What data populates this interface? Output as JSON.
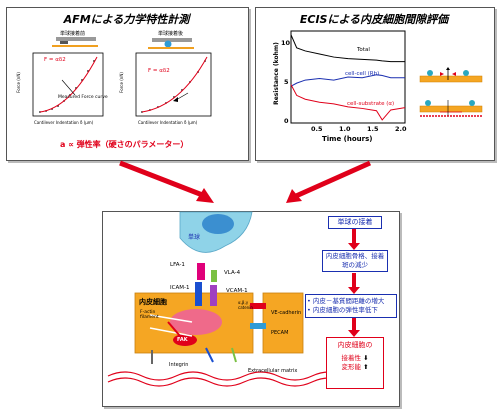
{
  "afm_panel": {
    "title": "AFMによる力学特性計測",
    "before_label": "単球接着前",
    "after_label": "単球接着後",
    "plot1": {
      "formula": "F = αδ2",
      "annotation": "Measured Force curve",
      "ylabel": "Force (nN)",
      "xlabel": "Cantilever Indentation δ (μm)"
    },
    "plot2": {
      "formula": "F = αδ2",
      "ylabel": "Force (nN)",
      "xlabel": "Cantilever Indentation δ (μm)"
    },
    "caption": "a ∝ 弾性率（硬さのパラメーター）"
  },
  "ecis_panel": {
    "title": "ECISによる内皮細胞間隙評価",
    "ylabel": "Resistance (kohm)",
    "xlabel": "Time (hours)",
    "y_ticks": [
      "10",
      "5",
      "0"
    ],
    "x_ticks": [
      "0.5",
      "1.0",
      "1.5",
      "2.0"
    ],
    "series_total": "Total",
    "series_cellcell": "cell-cell (Rb)",
    "series_substrate": "cell-substrate (α)"
  },
  "chart_data": {
    "type": "line",
    "xlabel": "Time (hours)",
    "ylabel": "Resistance (kohm)",
    "xlim": [
      0,
      2.0
    ],
    "ylim": [
      0,
      12
    ],
    "x": [
      0.0,
      0.1,
      0.25,
      0.5,
      0.75,
      1.0,
      1.25,
      1.5,
      1.6,
      1.75,
      2.0
    ],
    "series": [
      {
        "name": "Total",
        "values": [
          11.5,
          9.8,
          9.4,
          9.0,
          8.6,
          8.4,
          8.3,
          8.2,
          8.1,
          8.0,
          8.0
        ]
      },
      {
        "name": "cell-cell (Rb)",
        "values": [
          4.8,
          5.2,
          5.6,
          5.8,
          5.6,
          6.0,
          5.9,
          6.3,
          6.2,
          5.9,
          5.9
        ]
      },
      {
        "name": "cell-substrate (α)",
        "values": [
          5.0,
          3.6,
          3.1,
          2.7,
          2.5,
          2.1,
          1.9,
          1.6,
          0.4,
          1.7,
          2.0
        ]
      }
    ]
  },
  "mechanism": {
    "monocyte": "単球",
    "lfa1": "LFA-1",
    "vla4": "VLA-4",
    "icam1": "ICAM-1",
    "vcam1": "VCAM-1",
    "endothelial": "内皮細胞",
    "factin": "F-actin filament",
    "fak": "FAK",
    "catenin": "α,β,γ catenin",
    "vecadherin": "VE-cadherin",
    "pecam": "PECAM",
    "integrin": "Integrin",
    "ecm": "Extracellular matrix"
  },
  "flow": {
    "step1": "単球の接着",
    "step2": "内皮細胞骨格、接着斑の減少",
    "step3_a": "• 内皮－基質間距離の増大",
    "step3_b": "• 内皮細胞の弾性率低下",
    "result": "内皮細胞の",
    "result_l1": "接着性",
    "result_l2": "変形能"
  },
  "colors": {
    "red": "#e0001a",
    "blue": "#1a2fb0",
    "cell_orange": "#f5a623",
    "monocyte_cyan": "#8fd3e8"
  }
}
